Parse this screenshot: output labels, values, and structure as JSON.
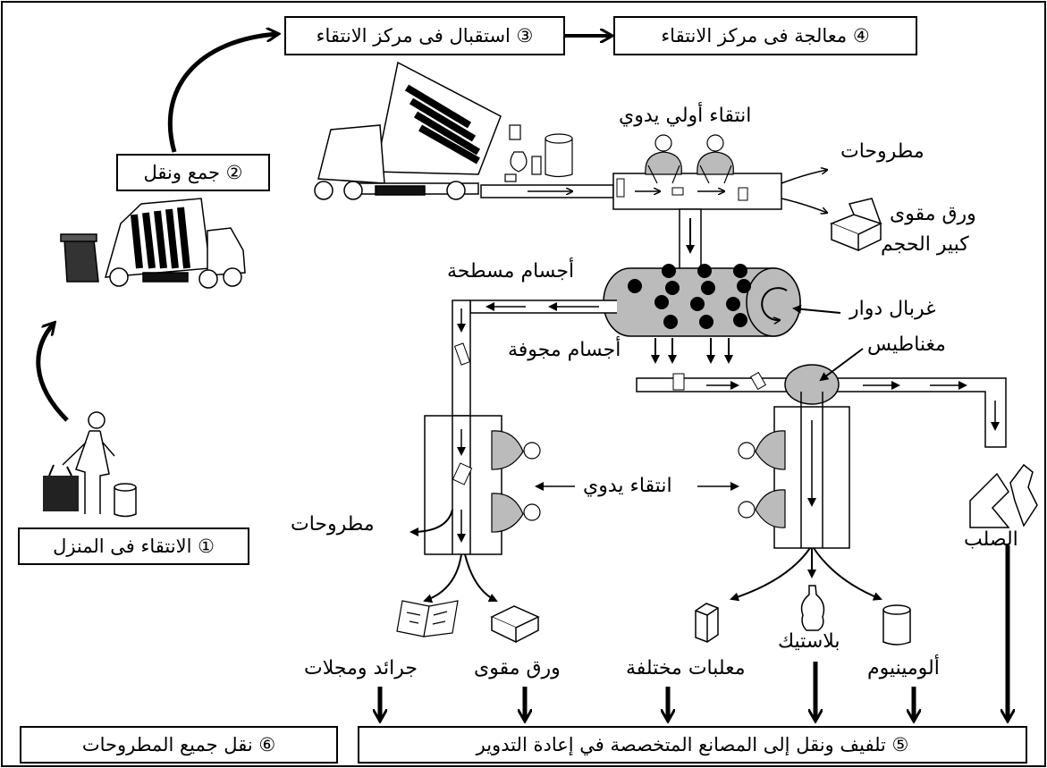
{
  "steps": {
    "s1": "① الانتقاء فى المنزل",
    "s2": "② جمع ونقل",
    "s3": "③ استقبال فى مركز الانتقاء",
    "s4": "④ معالجة فى مركز الانتقاء",
    "s5": "⑤   تلفيف ونقل إلى المصانع المتخصصة في إعادة التدوير",
    "s6": "⑥ نقل جميع المطروحات"
  },
  "labels": {
    "manual_presort": "انتقاء أولي يدوي",
    "rejects_top": "مطروحات",
    "large_cardboard_1": "ورق مقوى",
    "large_cardboard_2": "كبير الحجم",
    "flat_objects": "أجسام مسطحة",
    "rotary_screen": "غربال دوار",
    "hollow_objects": "أجسام مجوفة",
    "magnets": "مغناطيس",
    "manual_sort": "انتقاء يدوي",
    "rejects_left": "مطروحات",
    "steel": "الصلب"
  },
  "outputs": {
    "newspapers": "جرائد ومجلات",
    "cardboard": "ورق مقوى",
    "cans": "معلبات مختلفة",
    "plastic": "بلاستيك",
    "aluminium": "ألومينيوم"
  }
}
